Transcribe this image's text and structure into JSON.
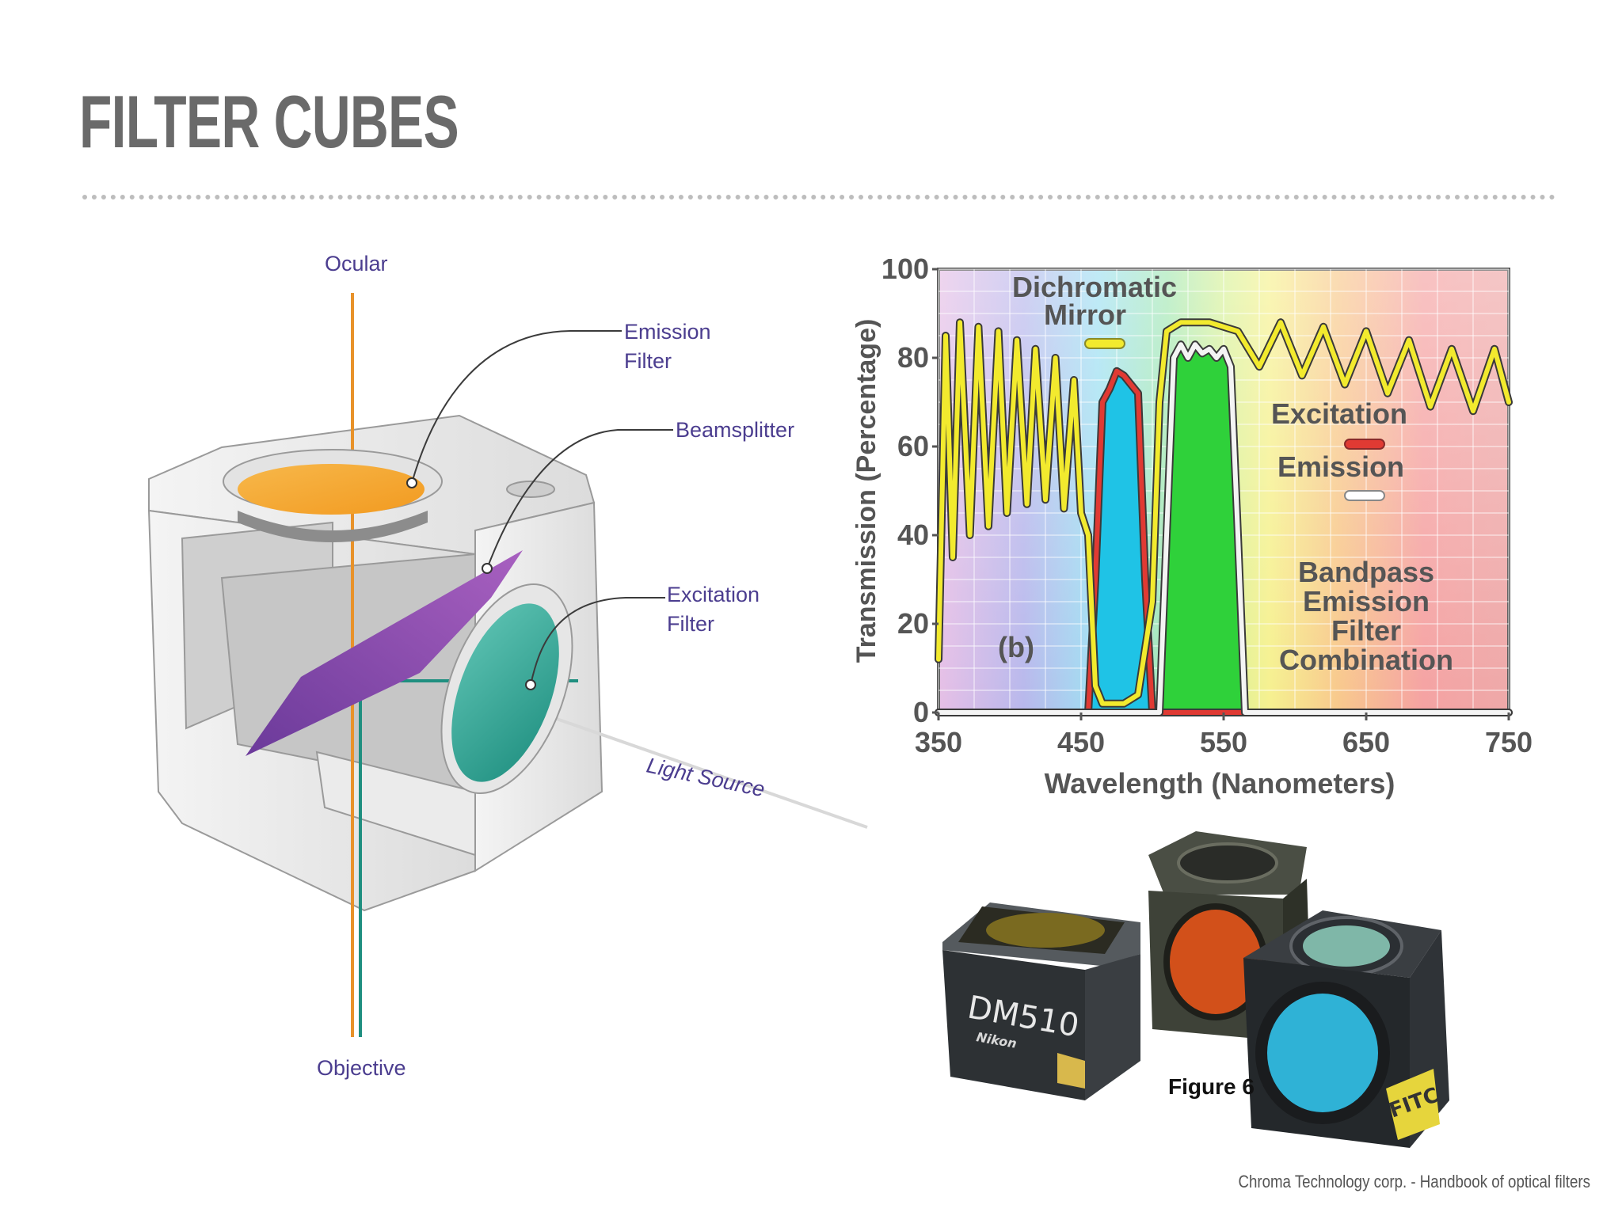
{
  "slide": {
    "title": "FILTER CUBES",
    "credit": "Chroma Technology corp. - Handbook of optical filters"
  },
  "diagram": {
    "labels": {
      "ocular": "Ocular",
      "emission_filter_line1": "Emission",
      "emission_filter_line2": "Filter",
      "beamsplitter": "Beamsplitter",
      "excitation_filter_line1": "Excitation",
      "excitation_filter_line2": "Filter",
      "light_source": "Light Source",
      "objective": "Objective"
    },
    "colors": {
      "emission_filter": "#f2a532",
      "beamsplitter": "#8a4fa8",
      "excitation_filter": "#2fa28f",
      "ocular_beam": "#e8922a",
      "excitation_beam": "#1f8f80",
      "label_text": "#4b3d8f"
    }
  },
  "chart_data": {
    "type": "line",
    "xlabel": "Wavelength (Nanometers)",
    "ylabel": "Transmission (Percentage)",
    "xlim": [
      350,
      750
    ],
    "ylim": [
      0,
      100
    ],
    "xticks": [
      350,
      450,
      550,
      650,
      750
    ],
    "yticks": [
      0,
      20,
      40,
      60,
      80,
      100
    ],
    "grid": true,
    "panel_label": "(b)",
    "annotations": {
      "dichromatic_line1": "Dichromatic",
      "dichromatic_line2": "Mirror",
      "excitation": "Excitation",
      "emission": "Emission",
      "bandpass_line1": "Bandpass",
      "bandpass_line2": "Emission",
      "bandpass_line3": "Filter",
      "bandpass_line4": "Combination"
    },
    "series": [
      {
        "name": "Dichromatic Mirror",
        "color": "#f2ea2e",
        "x": [
          350,
          355,
          360,
          365,
          372,
          378,
          385,
          392,
          398,
          405,
          412,
          418,
          425,
          432,
          438,
          445,
          450,
          455,
          460,
          465,
          470,
          480,
          490,
          500,
          505,
          510,
          520,
          540,
          560,
          575,
          590,
          605,
          620,
          635,
          650,
          665,
          680,
          695,
          710,
          725,
          740,
          750
        ],
        "y": [
          12,
          85,
          35,
          88,
          40,
          87,
          42,
          86,
          45,
          84,
          47,
          82,
          48,
          80,
          46,
          75,
          45,
          40,
          6,
          2,
          2,
          2,
          4,
          25,
          70,
          86,
          88,
          88,
          86,
          78,
          88,
          76,
          87,
          74,
          86,
          72,
          84,
          69,
          82,
          68,
          82,
          70
        ]
      },
      {
        "name": "Excitation",
        "color": "#e03a33",
        "x": [
          350,
          455,
          460,
          465,
          470,
          475,
          480,
          485,
          490,
          495,
          500,
          510,
          750
        ],
        "y": [
          0,
          0,
          30,
          70,
          73,
          77,
          76,
          74,
          72,
          30,
          0,
          0,
          0
        ]
      },
      {
        "name": "Emission",
        "color": "#f4f4f4",
        "x": [
          350,
          505,
          510,
          515,
          520,
          525,
          530,
          535,
          540,
          545,
          550,
          555,
          560,
          565,
          570,
          750
        ],
        "y": [
          0,
          0,
          40,
          80,
          83,
          80,
          83,
          81,
          82,
          80,
          82,
          78,
          40,
          0,
          0,
          0
        ]
      }
    ]
  },
  "photo": {
    "caption": "Figure 6",
    "cube_left_label": "DM510",
    "cube_left_brand": "Nikon",
    "cube_right_label": "FITC"
  }
}
